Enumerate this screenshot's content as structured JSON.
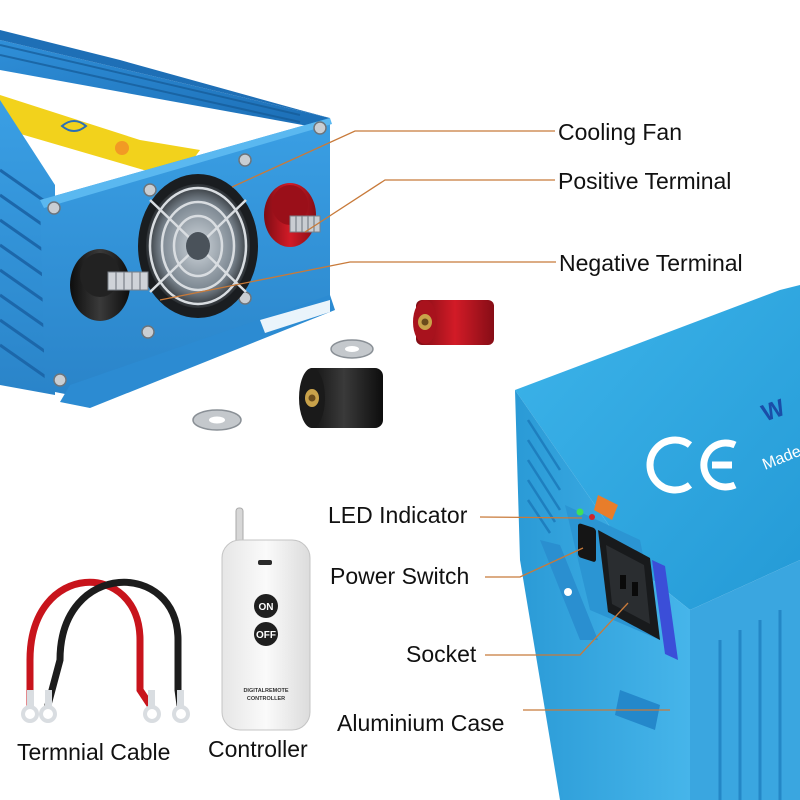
{
  "labels": {
    "cooling_fan": "Cooling Fan",
    "positive_terminal": "Positive Terminal",
    "negative_terminal": "Negative Terminal",
    "led_indicator": "LED Indicator",
    "power_switch": "Power Switch",
    "socket": "Socket",
    "aluminium_case": "Aluminium Case",
    "terminal_cable": "Termnial Cable",
    "controller": "Controller"
  },
  "remote": {
    "on_button": "ON",
    "off_button": "OFF",
    "caption_line1": "DIGITALREMOTE",
    "caption_line2": "CONTROLLER"
  },
  "case_markings": {
    "made_in": "Made in China"
  },
  "colors": {
    "case_blue": "#2a8fd6",
    "case_blue_light": "#4fb3ea",
    "case_blue_dark": "#1a5f99",
    "positive_red": "#b3121e",
    "negative_black": "#1a1a1a",
    "leader_line": "#c87a3a",
    "cable_red": "#c8141c",
    "cable_black": "#1c1c1c",
    "sticker_yellow": "#f2d21c"
  }
}
